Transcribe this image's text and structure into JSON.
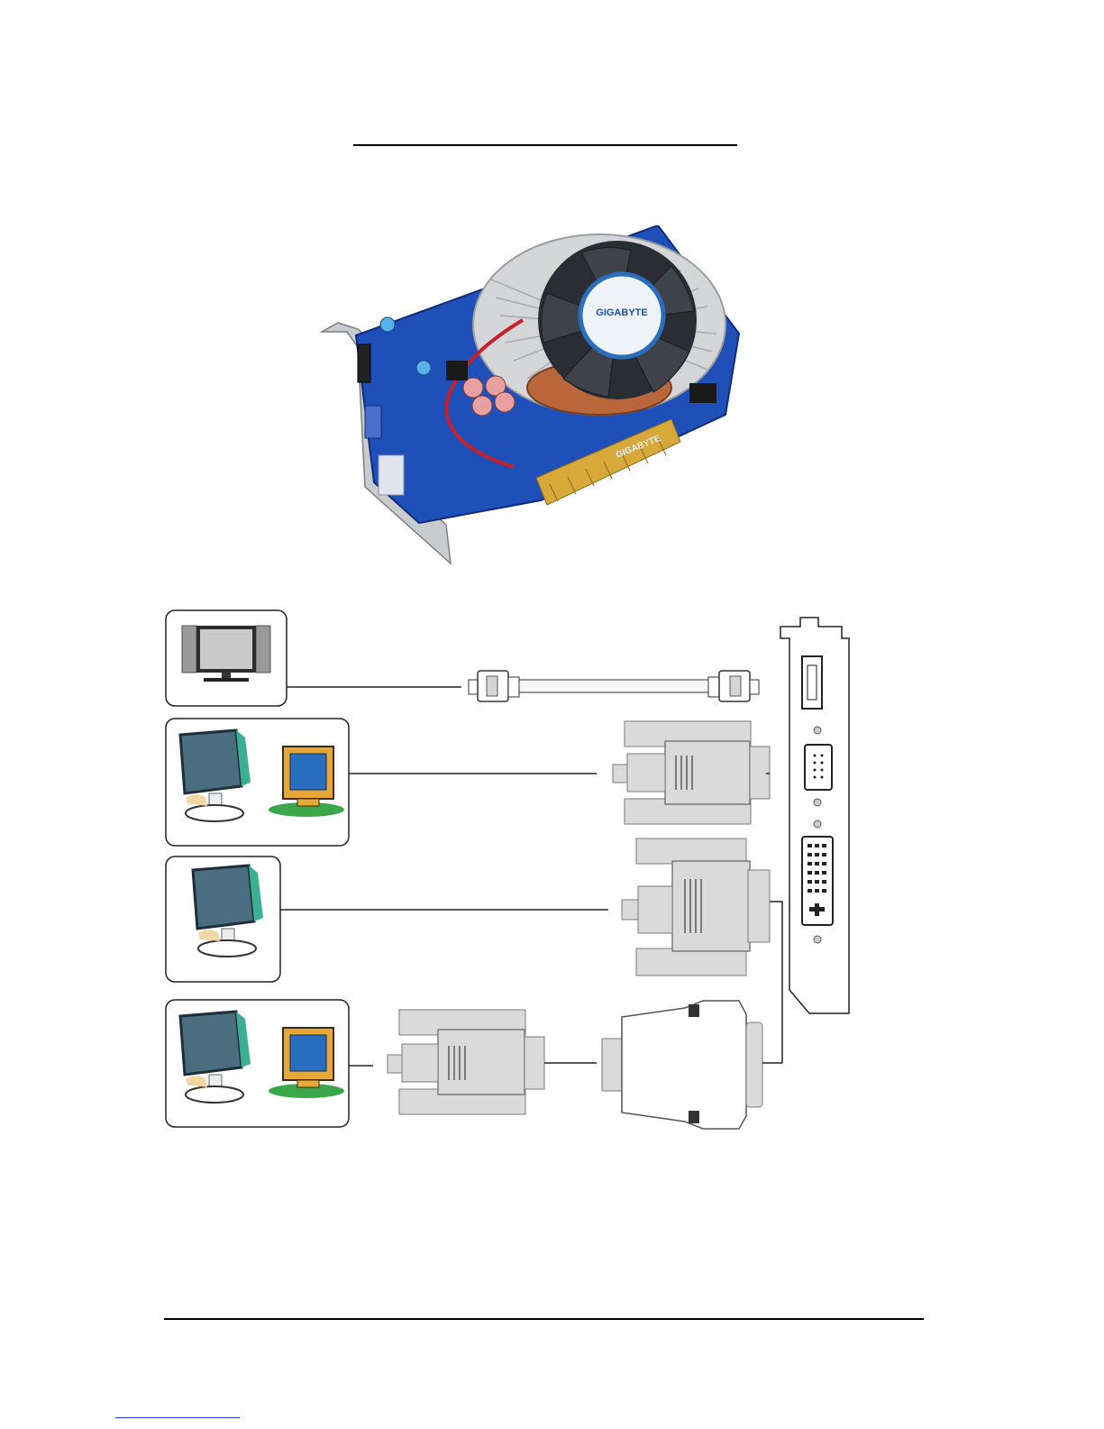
{
  "page": {
    "header_rule": true,
    "footer_rule": true
  },
  "graphics_card": {
    "brand_fan_label": "GIGABYTE",
    "board_label": "GIGABYTE"
  },
  "connections": [
    {
      "display": "tv-flat-panel",
      "cable": "hdmi-cable",
      "port": "hdmi-port"
    },
    {
      "display": "lcd-and-crt-monitors",
      "cable": "d-sub-vga-connector",
      "port": "d-sub-port"
    },
    {
      "display": "lcd-monitor",
      "cable": "dvi-connector",
      "port": "dvi-port"
    },
    {
      "display": "lcd-and-crt-monitors",
      "cable": "d-sub-vga-connector",
      "adapter": "dvi-to-d-sub-adapter",
      "port": "dvi-port"
    }
  ],
  "colors": {
    "pcb_blue": "#1f4fb8",
    "connector_gray": "#d9dad9",
    "monitor_screen": "#4a6e80",
    "crt_body": "#e8a838",
    "crt_base": "#3aa84a",
    "footer_link": "#2233cc"
  }
}
